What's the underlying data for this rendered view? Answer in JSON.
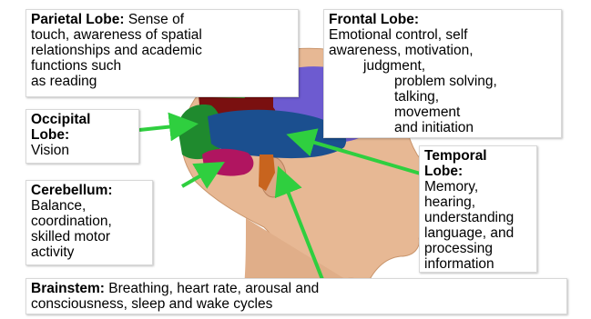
{
  "colors": {
    "parietal": "#7a1010",
    "frontal": "#6d5bd0",
    "occipital": "#1f8a2e",
    "temporal": "#1b4f8f",
    "cerebellum": "#b01560",
    "brainstem": "#c8641e",
    "skin": "#e7b894",
    "arrow": "#2fcf3f"
  },
  "labels": {
    "parietal": {
      "title": "Parietal Lobe:",
      "lines": [
        "Sense of",
        "touch, awareness of spatial",
        "relationships and academic",
        "functions such",
        "as reading"
      ]
    },
    "frontal": {
      "title": "Frontal Lobe:",
      "lines": [
        "Emotional control, self",
        "awareness, motivation,",
        "judgment,",
        "problem solving,",
        "talking,",
        "movement",
        "and initiation"
      ]
    },
    "occipital": {
      "title_lines": [
        "Occipital",
        "Lobe:"
      ],
      "lines": [
        "Vision"
      ]
    },
    "temporal": {
      "title_lines": [
        "Temporal",
        "Lobe:"
      ],
      "lines": [
        "Memory,",
        "hearing,",
        "understanding",
        "language, and",
        "processing",
        "information"
      ]
    },
    "cerebellum": {
      "title": "Cerebellum:",
      "lines": [
        "Balance,",
        "coordination,",
        "skilled motor",
        "activity"
      ]
    },
    "brainstem": {
      "title": "Brainstem:",
      "lines": [
        "Breathing, heart rate, arousal and",
        "consciousness, sleep and wake cycles"
      ]
    }
  }
}
